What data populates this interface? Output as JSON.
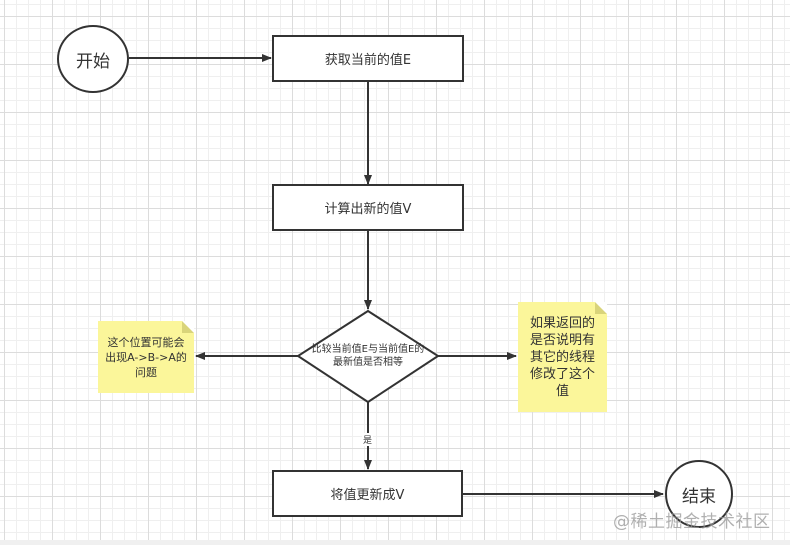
{
  "diagram": {
    "title": "CAS flowchart",
    "nodes": {
      "start": "开始",
      "get_value": "获取当前的值E",
      "compute": "计算出新的值V",
      "compare": [
        "比较当前值E与当前值E的",
        "最新值是否相等"
      ],
      "update": "将值更新成V",
      "end": "结束"
    },
    "notes": {
      "left": [
        "这个位置可能会",
        "出现A->B->A的",
        "问题"
      ],
      "right": [
        "如果返回的",
        "是否说明有",
        "其它的线程",
        "修改了这个",
        "值"
      ]
    },
    "edge_labels": {
      "yes": "是"
    }
  },
  "watermark": "@稀土掘金技术社区",
  "colors": {
    "stroke": "#333333",
    "note_fill": "#fbf69a",
    "note_fold": "#d9d47a",
    "grid_minor": "#efefef",
    "grid_major": "#dcdcdc"
  }
}
